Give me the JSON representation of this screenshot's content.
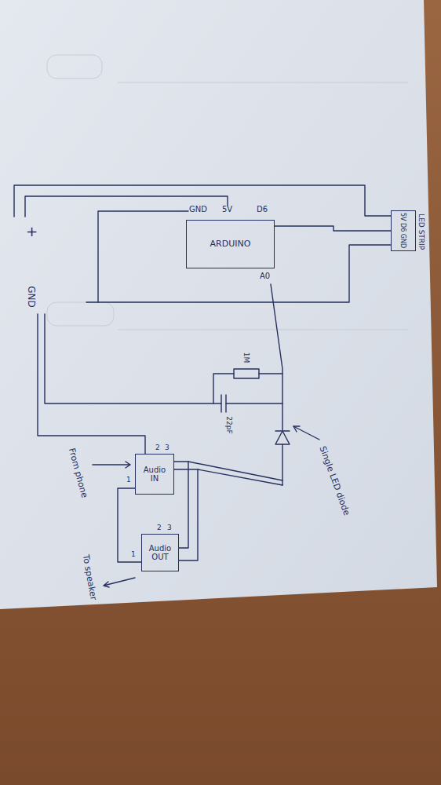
{
  "diagram": {
    "nodes": [
      {
        "text": [
          "ARDUINO"
        ]
      },
      {
        "text": [
          "LED STRIP",
          "5V D6 GND"
        ]
      },
      {
        "text": [
          "Audio",
          "IN"
        ]
      },
      {
        "text": [
          "Audio",
          "OUT"
        ]
      }
    ],
    "edges": [
      {
        "from": 0,
        "to": 1,
        "arrow": "none"
      },
      {
        "from": 2,
        "to": 3,
        "arrow": "none"
      },
      {
        "from": 2,
        "to": 3,
        "arrow": "none"
      },
      {
        "from": 2,
        "to": 3,
        "arrow": "none"
      }
    ],
    "labels": [
      "+",
      "GND",
      "GND",
      "5V",
      "D6",
      "A0",
      "1M",
      "22pF",
      "Single LED diode",
      "From phone",
      "To speaker",
      "2",
      "3",
      "1",
      "2",
      "3",
      "1"
    ]
  }
}
